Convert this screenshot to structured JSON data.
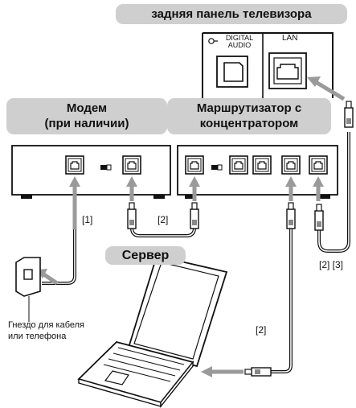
{
  "labels": {
    "tv_back_panel": "задняя панель телевизора",
    "digital_audio_line1": "DIGITAL",
    "digital_audio_line2": "AUDIO",
    "lan": "LAN",
    "modem_line1": "Модем",
    "modem_line2": "(при наличии)",
    "router_line1": "Маршрутизатор с",
    "router_line2": "концентратором",
    "server": "Сервер",
    "wall_jack_line1": "Гнездо для кабеля",
    "wall_jack_line2": "или телефона",
    "cable_1": "[1]",
    "cable_2_modem_router": "[2]",
    "cable_2_3_tv": "[2] [3]",
    "cable_2_laptop": "[2]"
  },
  "colors": {
    "pill_bg": "#cfcfcf",
    "cable_gray": "#9a9a9a",
    "line_dark": "#111111"
  }
}
